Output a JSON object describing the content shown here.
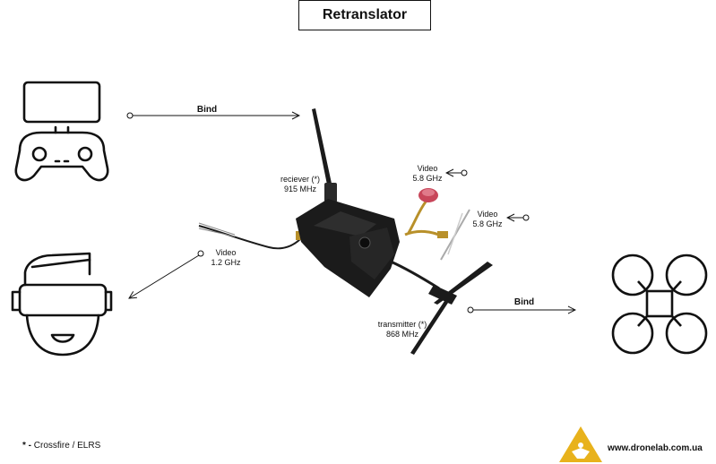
{
  "title": "Retranslator",
  "labels": {
    "bind_top": "Bind",
    "bind_right": "Bind",
    "receiver_line1": "reciever (*)",
    "receiver_line2": "915 MHz",
    "video_red_line1": "Video",
    "video_red_line2": "5.8 GHz",
    "video_right_line1": "Video",
    "video_right_line2": "5.8 GHz",
    "video_left_line1": "Video",
    "video_left_line2": "1.2 GHz",
    "transmitter_line1": "transmitter (*)",
    "transmitter_line2": "868 MHz"
  },
  "footnote": {
    "marker": "* -",
    "text": "Crossfire / ELRS"
  },
  "website": "www.dronelab.com.ua",
  "icons": [
    "controller-icon",
    "fpv-goggles-icon",
    "drone-icon",
    "retranslator-device-icon",
    "dronelab-logo-icon"
  ],
  "colors": {
    "line": "#111111",
    "red_antenna": "#c8465a",
    "logo_yellow": "#e8b21c",
    "device": "#1b1b1b"
  }
}
